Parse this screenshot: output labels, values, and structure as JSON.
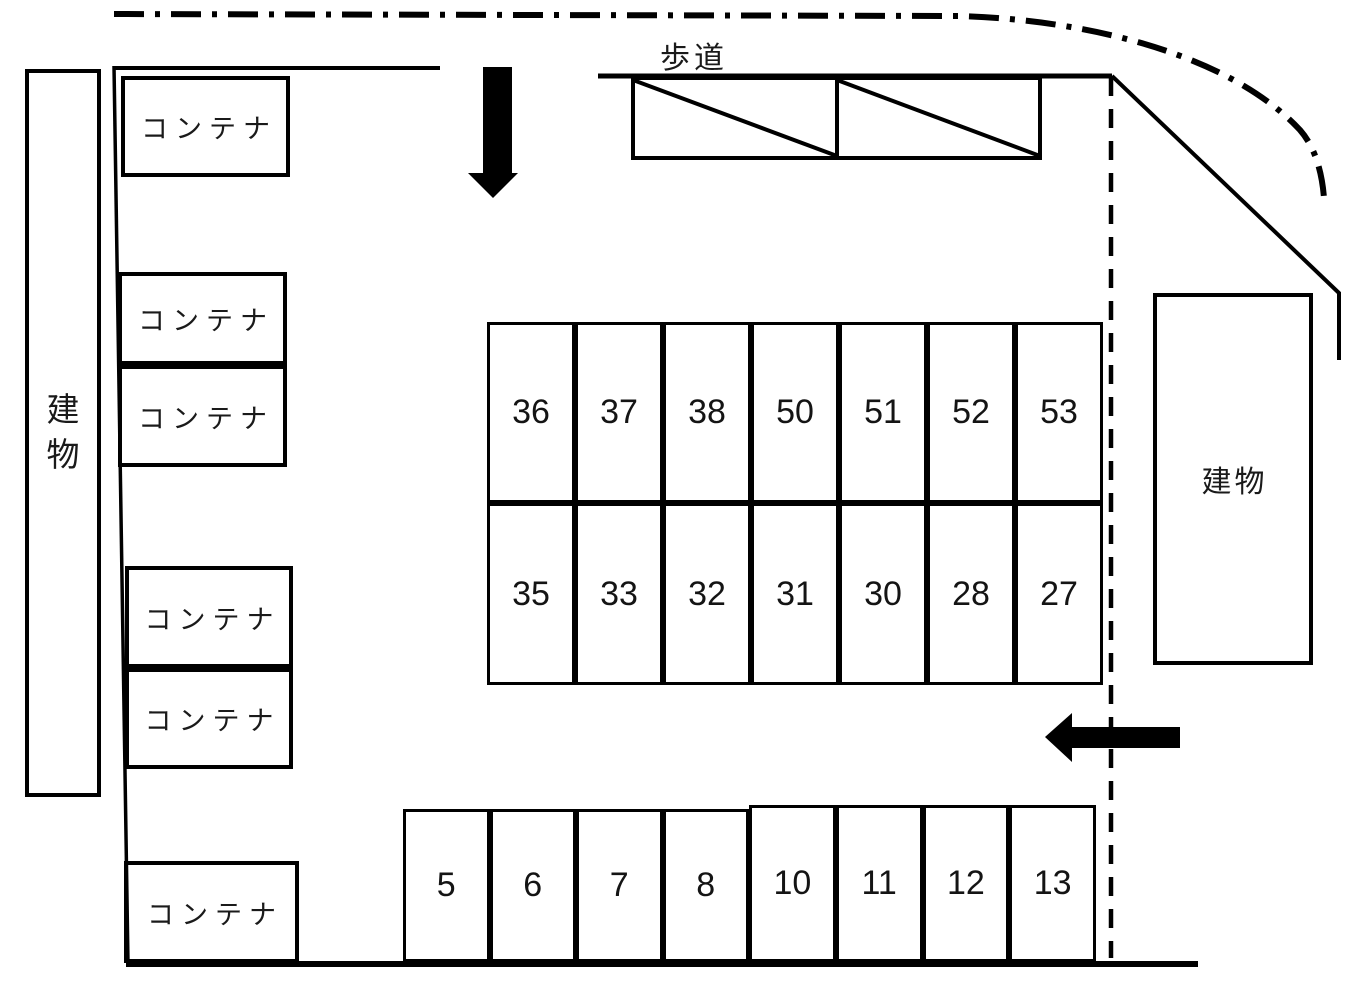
{
  "page": {
    "background": "#ffffff",
    "line_color": "#000000"
  },
  "labels": {
    "sidewalk": "歩道",
    "building_left": "建物",
    "building_right": "建物"
  },
  "containers": [
    "コンテナ",
    "コンテナ",
    "コンテナ",
    "コンテナ",
    "コンテナ",
    "コンテナ"
  ],
  "middle_lot": {
    "top_row": [
      "36",
      "37",
      "38",
      "50",
      "51",
      "52",
      "53"
    ],
    "bottom_row": [
      "35",
      "33",
      "32",
      "31",
      "30",
      "28",
      "27"
    ]
  },
  "bottom_lot": {
    "left_group": [
      "5",
      "6",
      "7",
      "8"
    ],
    "right_group": [
      "10",
      "11",
      "12",
      "13"
    ]
  }
}
